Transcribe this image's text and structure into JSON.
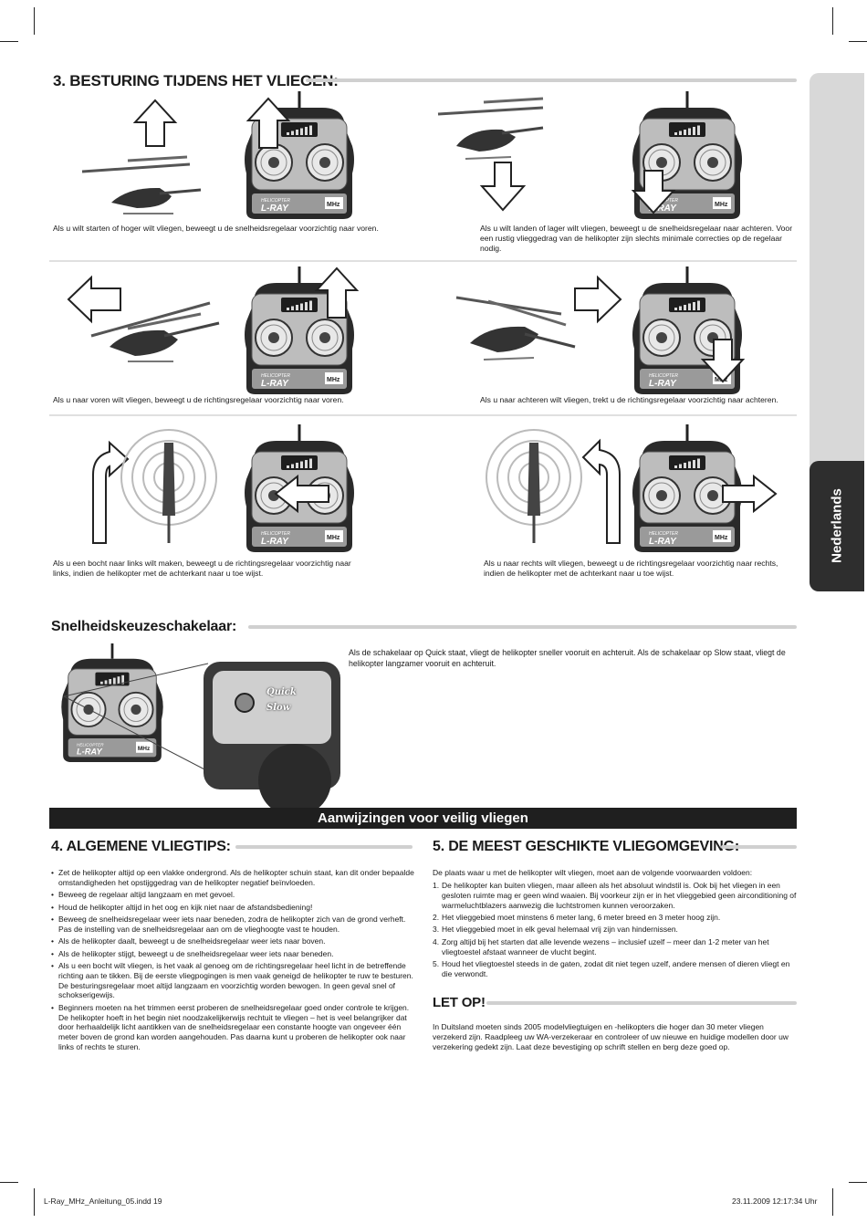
{
  "side_tab": {
    "label": "Nederlands"
  },
  "section3": {
    "title": "3. BESTURING TIJDENS HET VLIEGEN:",
    "captions": [
      "Als u wilt starten of hoger wilt vliegen, beweegt u de snelheidsregelaar voorzichtig naar voren.",
      "Als u wilt landen of lager wilt vliegen, beweegt u de snelheidsregelaar naar achteren. Voor een rustig vlieggedrag van de helikopter zijn slechts minimale correcties op de regelaar nodig.",
      "Als u naar voren wilt vliegen, beweegt u de richtingsregelaar voorzichtig naar voren.",
      "Als u naar achteren wilt vliegen, trekt u de richtingsregelaar voorzichtig naar achteren.",
      "Als u een bocht naar links wilt maken, beweegt u de richtingsregelaar voorzichtig naar links, indien de helikopter met de achterkant naar u toe wijst.",
      "Als u naar rechts wilt vliegen, beweegt u de richtingsregelaar voorzichtig naar rechts, indien de helikopter met de achterkant naar u toe wijst."
    ]
  },
  "remote": {
    "brand_small": "HELICOPTER",
    "brand": "L-RAY",
    "band": "MHz"
  },
  "speed_switch": {
    "title": "Snelheidskeuzeschakelaar:",
    "text": "Als de schakelaar op Quick staat, vliegt de helikopter sneller vooruit en achteruit. Als de schakelaar op Slow staat, vliegt de helikopter langzamer vooruit en achteruit.",
    "quick": "Quick",
    "slow": "Slow"
  },
  "banner": "Aanwijzingen voor veilig vliegen",
  "section4": {
    "title": "4. ALGEMENE VLIEGTIPS:",
    "items": [
      "Zet de helikopter altijd op een vlakke ondergrond. Als de helikopter schuin staat, kan dit onder bepaalde omstandigheden het opstijggedrag van de helikopter negatief beïnvloeden.",
      "Beweeg de regelaar altijd langzaam en met gevoel.",
      "Houd de helikopter altijd in het oog en kijk niet naar de afstandsbediening!",
      "Beweeg de snelheidsregelaar weer iets naar beneden, zodra de helikopter zich van de grond verheft. Pas de instelling van de snelheidsregelaar aan om de vlieghoogte vast te houden.",
      "Als de helikopter daalt, beweegt u de snelheidsregelaar weer iets naar boven.",
      "Als de helikopter stijgt, beweegt u de snelheidsregelaar weer iets naar beneden.",
      "Als u een bocht wilt vliegen, is het vaak al genoeg om de richtingsregelaar heel licht in de betreffende richting aan te tikken. Bij de eerste vliegpogingen is men vaak geneigd de helikopter te ruw te besturen. De besturingsregelaar moet altijd langzaam en voorzichtig worden bewogen. In geen geval snel of schokserigewijs.",
      "Beginners moeten na het trimmen eerst proberen de snelheidsregelaar goed onder controle te krijgen. De helikopter hoeft in het begin niet noodzakelijkerwijs rechtuit te vliegen – het is veel belangrijker dat door herhaaldelijk licht aantikken van de snelheidsregelaar een constante hoogte van ongeveer één meter boven de grond kan worden aangehouden. Pas daarna kunt u proberen de helikopter ook naar links of rechts te sturen."
    ]
  },
  "section5": {
    "title": "5. DE MEEST GESCHIKTE VLIEGOMGEVING:",
    "intro": "De plaats waar u met de helikopter wilt vliegen, moet aan de volgende voorwaarden voldoen:",
    "items": [
      {
        "n": "1.",
        "text": "De helikopter kan buiten vliegen, maar alleen als het absoluut windstil is. Ook bij het vliegen in een gesloten ruimte mag er geen wind waaien. Bij voorkeur zijn er in het vlieggebied geen airconditioning of warmeluchtblazers aanwezig die luchtstromen kunnen veroorzaken."
      },
      {
        "n": "2.",
        "text": "Het vlieggebied moet minstens 6 meter lang, 6 meter breed en 3 meter hoog zijn."
      },
      {
        "n": "3.",
        "text": "Het vlieggebied moet in elk geval helemaal vrij zijn van hindernissen."
      },
      {
        "n": "4.",
        "text": "Zorg altijd bij het starten dat alle levende wezens – inclusief uzelf – meer dan 1-2 meter van het vliegtoestel afstaat wanneer de vlucht begint."
      },
      {
        "n": "5.",
        "text": "Houd het vliegtoestel steeds in de gaten, zodat dit niet tegen uzelf, andere mensen of dieren vliegt en die verwondt."
      }
    ],
    "letop_title": "LET OP!",
    "letop_text": "In Duitsland moeten sinds 2005 modelvliegtuigen en -helikopters die hoger dan 30 meter vliegen verzekerd zijn. Raadpleeg uw WA-verzekeraar en controleer of uw nieuwe en huidige modellen door uw verzekering gedekt zijn. Laat deze bevestiging op schrift stellen en berg deze goed op."
  },
  "footer": {
    "left": "L-Ray_MHz_Anleitung_05.indd   19",
    "right": "23.11.2009   12:17:34 Uhr"
  }
}
